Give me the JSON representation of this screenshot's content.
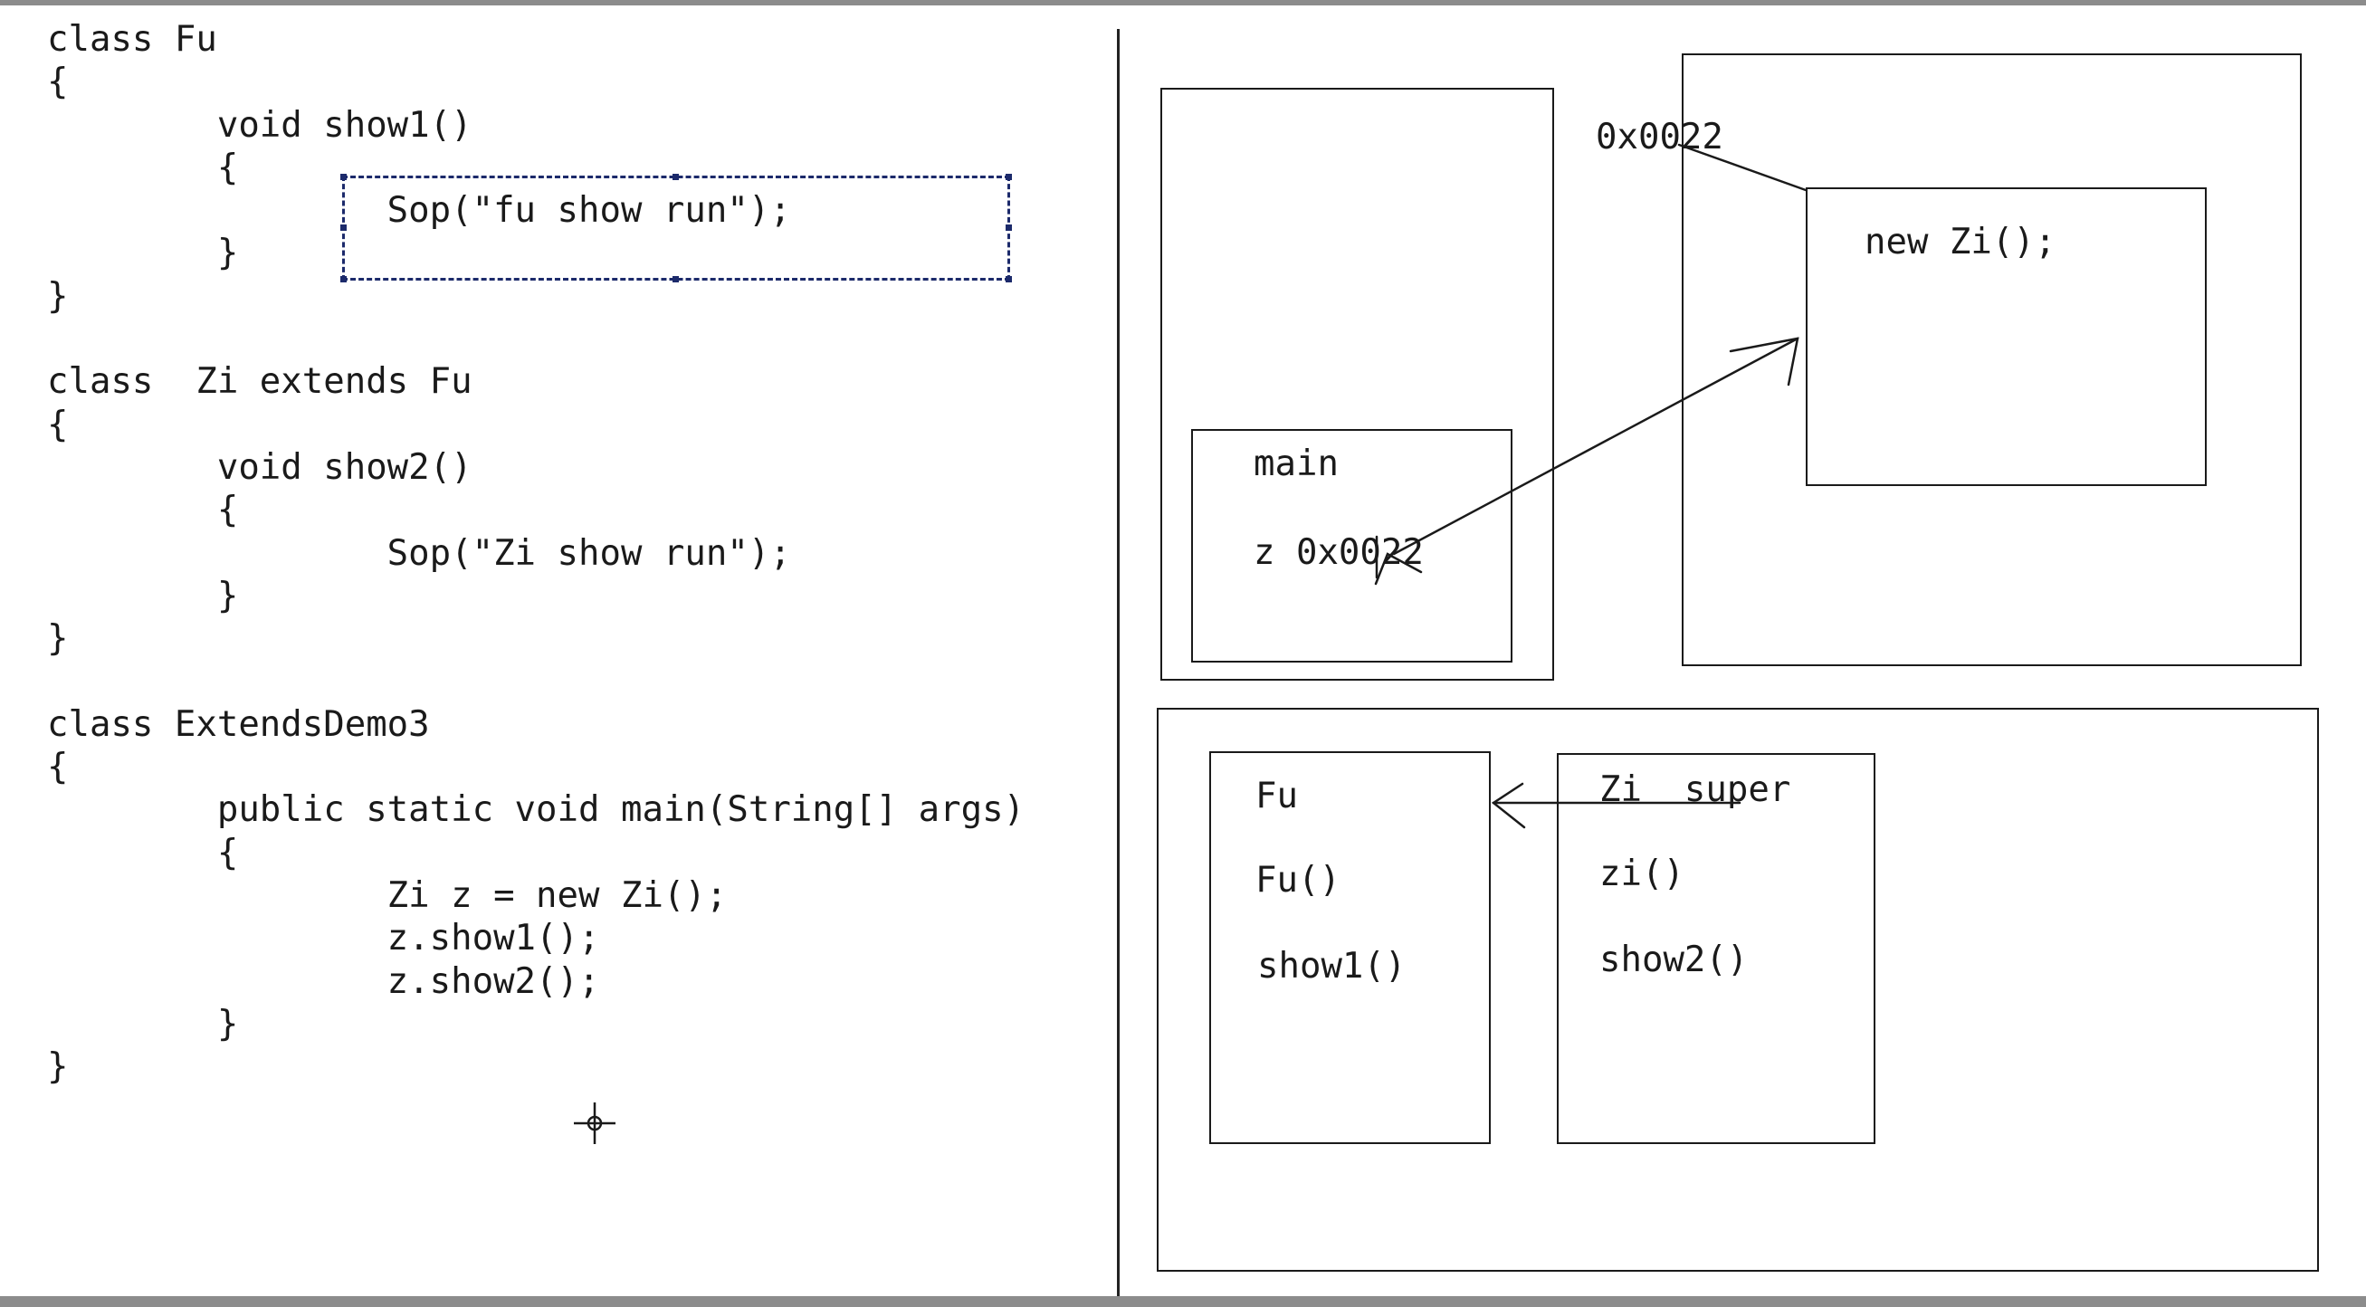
{
  "code_lines": [
    "class Fu",
    "{",
    "        void show1()",
    "        {",
    "                Sop(\"fu show run\");",
    "        }",
    "}",
    "",
    "class  Zi extends Fu",
    "{",
    "        void show2()",
    "        {",
    "                Sop(\"Zi show run\");",
    "        }",
    "}",
    "",
    "class ExtendsDemo3",
    "{",
    "        public static void main(String[] args)",
    "        {",
    "                Zi z = new Zi();",
    "                z.show1();",
    "                z.show2();",
    "        }",
    "}"
  ],
  "stack": {
    "frame_label": "main",
    "var_label": "z 0x0022"
  },
  "heap": {
    "address": "0x0022",
    "object_label": "new Zi();"
  },
  "method_area": {
    "fu": {
      "title": "Fu",
      "items": [
        "Fu()",
        "show1()"
      ]
    },
    "zi": {
      "title": "Zi  super",
      "items": [
        "zi()",
        "show2()"
      ]
    }
  }
}
